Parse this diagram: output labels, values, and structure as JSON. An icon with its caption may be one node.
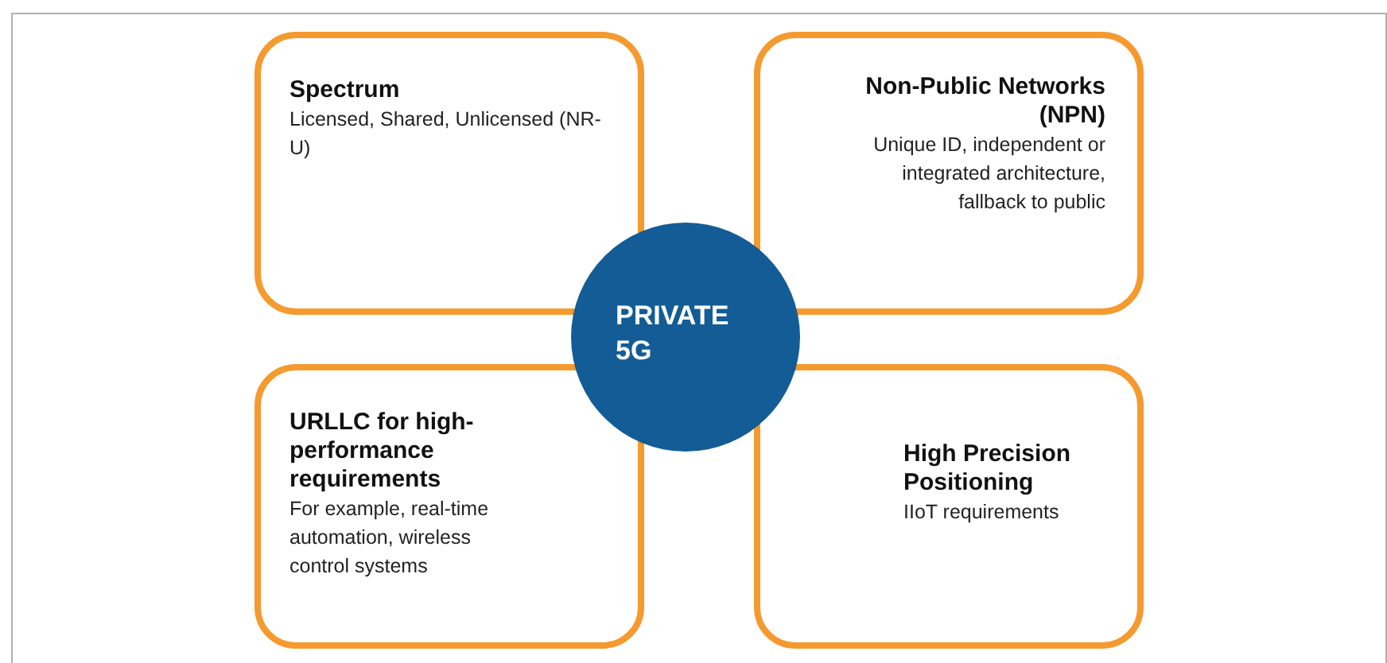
{
  "diagram": {
    "nodes": [
      {
        "text": [
          "Spectrum",
          "Licensed, Shared, Unlicensed (NR-U)"
        ]
      },
      {
        "text": [
          "Non-Public Networks (NPN)",
          "Unique ID, independent or integrated architecture, fallback to public"
        ]
      },
      {
        "text": [
          "PRIVATE 5G"
        ]
      },
      {
        "text": [
          "URLLC for high-performance requirements",
          "For example, real-time automation, wireless control systems"
        ]
      },
      {
        "text": [
          "High Precision Positioning",
          "IIoT requirements"
        ]
      }
    ]
  }
}
